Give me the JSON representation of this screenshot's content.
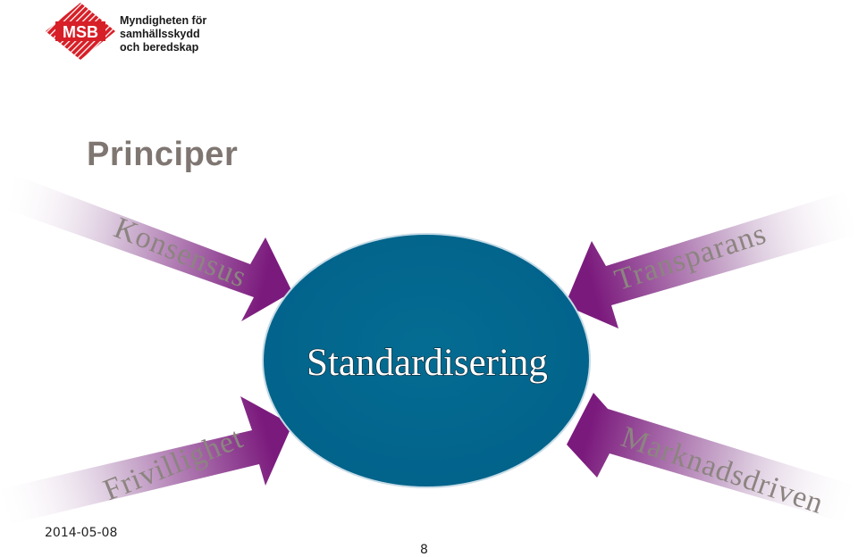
{
  "logo": {
    "mark": "MSB",
    "lines": [
      "Myndigheten för",
      "samhällsskydd",
      "och beredskap"
    ]
  },
  "title": "Principer",
  "diagram": {
    "center": "Standardisering",
    "arrows": {
      "top_left": "Konsensus",
      "top_right": "Transparans",
      "bottom_left": "Frivillighet",
      "bottom_right": "Marknadsdriven"
    },
    "colors": {
      "ellipse_fill": "#02668a",
      "arrow_purple": "#7b1a7d",
      "label_gray": "#8c8480"
    }
  },
  "footer": {
    "date": "2014-05-08",
    "page": "8"
  }
}
